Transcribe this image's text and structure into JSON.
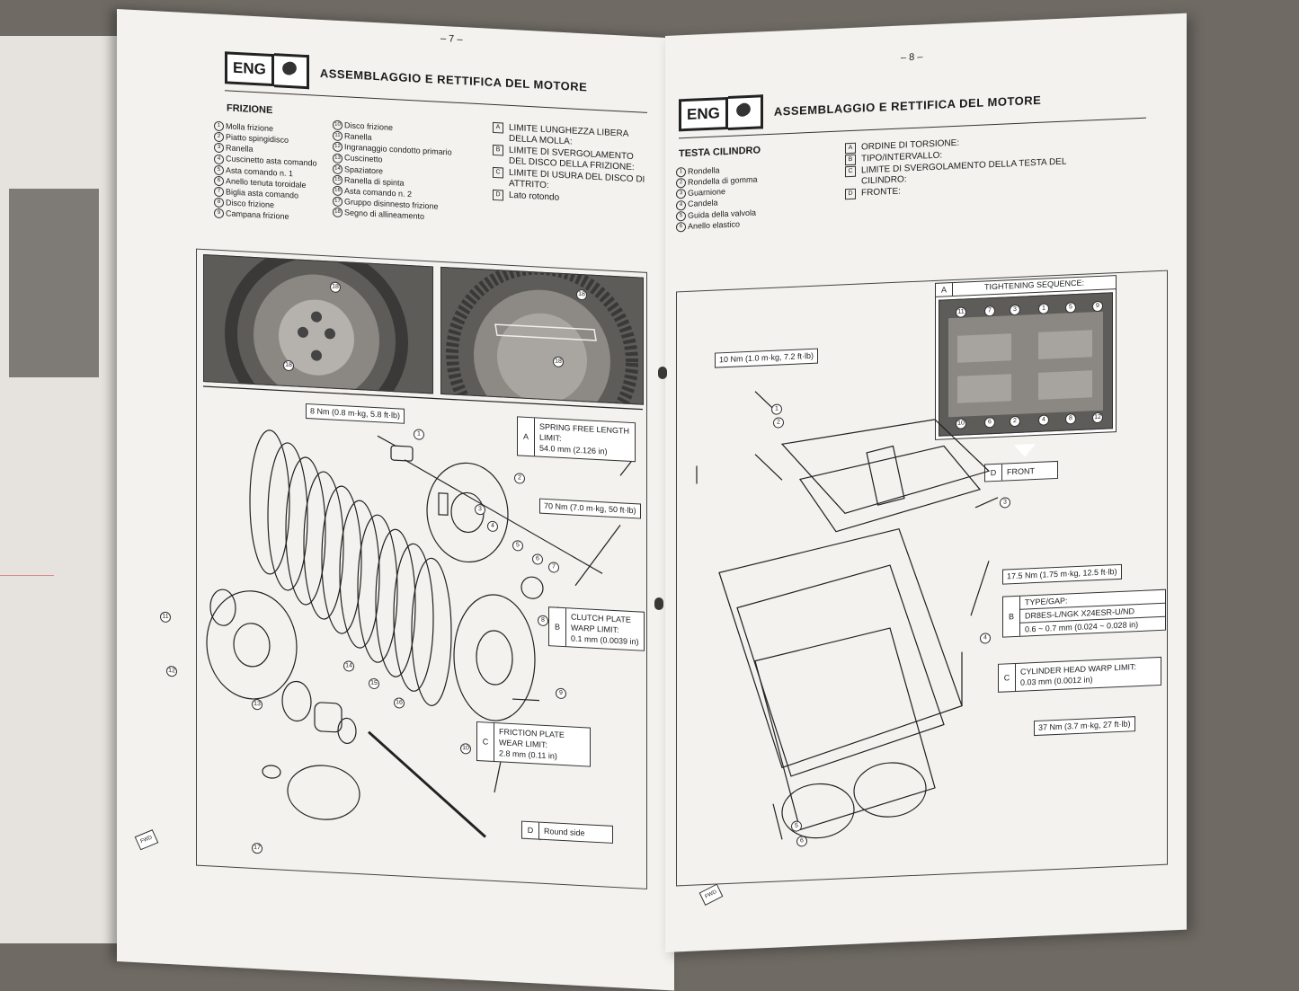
{
  "left_page": {
    "page_number": "– 7 –",
    "section_tag": "ENG",
    "section_title": "ASSEMBLAGGIO E RETTIFICA DEL MOTORE",
    "subtitle": "FRIZIONE",
    "parts": [
      {
        "n": "1",
        "label": "Molla frizione"
      },
      {
        "n": "2",
        "label": "Piatto spingidisco"
      },
      {
        "n": "3",
        "label": "Ranella"
      },
      {
        "n": "4",
        "label": "Cuscinetto asta comando"
      },
      {
        "n": "5",
        "label": "Asta comando n. 1"
      },
      {
        "n": "6",
        "label": "Anello tenuta toroidale"
      },
      {
        "n": "7",
        "label": "Biglia asta comando"
      },
      {
        "n": "8",
        "label": "Disco frizione"
      },
      {
        "n": "9",
        "label": "Campana frizione"
      }
    ],
    "parts2": [
      {
        "n": "10",
        "label": "Disco frizione"
      },
      {
        "n": "11",
        "label": "Ranella"
      },
      {
        "n": "12",
        "label": "Ingranaggio condotto primario"
      },
      {
        "n": "13",
        "label": "Cuscinetto"
      },
      {
        "n": "14",
        "label": "Spaziatore"
      },
      {
        "n": "15",
        "label": "Ranella di spinta"
      },
      {
        "n": "16",
        "label": "Asta comando n. 2"
      },
      {
        "n": "17",
        "label": "Gruppo disinnesto frizione"
      },
      {
        "n": "18",
        "label": "Segno di allineamento"
      }
    ],
    "notes": [
      {
        "letter": "A",
        "text": "LIMITE LUNGHEZZA LIBERA DELLA MOLLA:"
      },
      {
        "letter": "B",
        "text": "LIMITE DI SVERGOLAMENTO DEL DISCO DELLA FRIZIONE:"
      },
      {
        "letter": "C",
        "text": "LIMITE DI USURA DEL DISCO DI ATTRITO:"
      },
      {
        "letter": "D",
        "text": "Lato rotondo"
      }
    ],
    "torque_bolt": "8 Nm (0.8 m·kg, 5.8 ft·lb)",
    "torque_nut": "70 Nm (7.0 m·kg, 50 ft·lb)",
    "box_a": {
      "letter": "A",
      "lines": [
        "SPRING FREE LENGTH",
        "LIMIT:",
        "54.0 mm (2.126 in)"
      ]
    },
    "box_b": {
      "letter": "B",
      "lines": [
        "CLUTCH PLATE",
        "WARP LIMIT:",
        "0.1 mm (0.0039 in)"
      ]
    },
    "box_c": {
      "letter": "C",
      "lines": [
        "FRICTION PLATE",
        "WEAR LIMIT:",
        "2.8 mm (0.11 in)"
      ]
    },
    "box_d": {
      "letter": "D",
      "text": "Round side"
    },
    "photo_marks": [
      "18",
      "18",
      "18",
      "18"
    ],
    "fwd": "FWD"
  },
  "right_page": {
    "page_number": "– 8 –",
    "section_tag": "ENG",
    "section_title": "ASSEMBLAGGIO E RETTIFICA DEL MOTORE",
    "subtitle": "TESTA CILINDRO",
    "parts": [
      {
        "n": "1",
        "label": "Rondella"
      },
      {
        "n": "2",
        "label": "Rondella di gomma"
      },
      {
        "n": "3",
        "label": "Guarnione"
      },
      {
        "n": "4",
        "label": "Candela"
      },
      {
        "n": "5",
        "label": "Guida della valvola"
      },
      {
        "n": "6",
        "label": "Anello elastico"
      }
    ],
    "notes": [
      {
        "letter": "A",
        "text": "ORDINE DI TORSIONE:"
      },
      {
        "letter": "B",
        "text": "TIPO/INTERVALLO:"
      },
      {
        "letter": "C",
        "text": "LIMITE DI SVERGOLAMENTO DELLA TESTA DEL CILINDRO:"
      },
      {
        "letter": "D",
        "text": "FRONTE:"
      }
    ],
    "tightening": {
      "letter": "A",
      "title": "TIGHTENING SEQUENCE:",
      "top_numbers": [
        "11",
        "7",
        "3",
        "1",
        "5",
        "9"
      ],
      "bottom_numbers": [
        "10",
        "6",
        "2",
        "4",
        "8",
        "12"
      ]
    },
    "front": {
      "letter": "D",
      "text": "FRONT"
    },
    "torque_top": "10 Nm (1.0 m·kg, 7.2 ft·lb)",
    "torque_plug": "17.5 Nm (1.75 m·kg, 12.5 ft·lb)",
    "torque_bottom": "37 Nm (3.7 m·kg, 27 ft·lb)",
    "box_b": {
      "letter": "B",
      "rows": [
        "TYPE/GAP:",
        "DR8ES-L/NGK  X24ESR-U/ND",
        "0.6 ~ 0.7 mm (0.024 ~ 0.028 in)"
      ]
    },
    "box_c": {
      "letter": "C",
      "lines": [
        "CYLINDER HEAD WARP LIMIT:",
        "0.03 mm (0.0012 in)"
      ]
    },
    "fwd": "FWD"
  }
}
